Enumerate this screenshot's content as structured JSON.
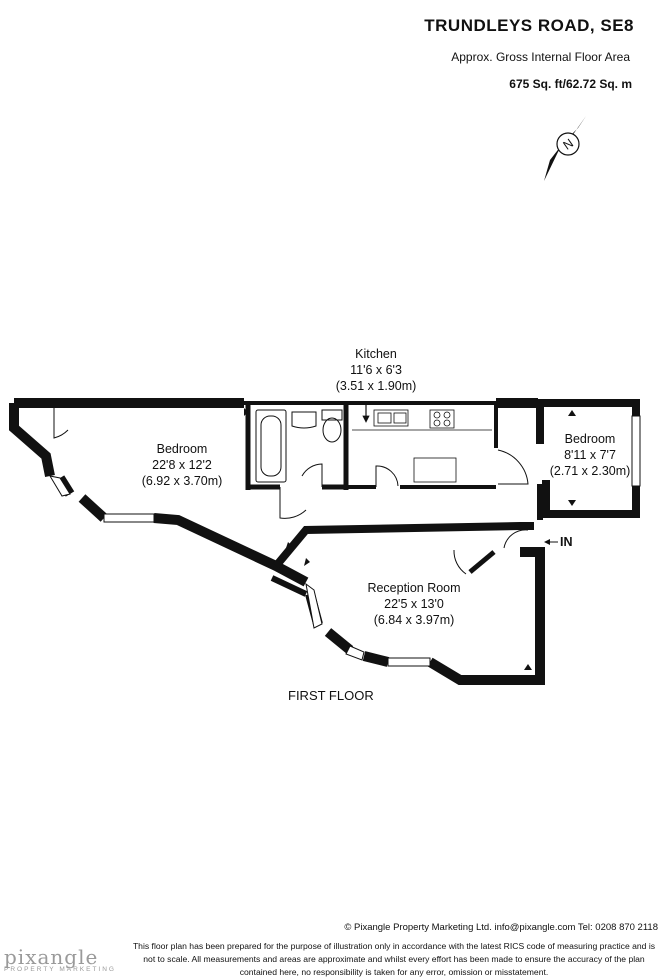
{
  "header": {
    "address": "TRUNDLEYS ROAD, SE8",
    "area_label": "Approx. Gross Internal Floor Area",
    "area_value": "675 Sq. ft/62.72 Sq. m"
  },
  "compass": {
    "label": "N"
  },
  "rooms": {
    "kitchen": {
      "name": "Kitchen",
      "imperial": "11'6 x 6'3",
      "metric": "(3.51 x 1.90m)"
    },
    "bedroom1": {
      "name": "Bedroom",
      "imperial": "22'8 x 12'2",
      "metric": "(6.92 x 3.70m)"
    },
    "bedroom2": {
      "name": "Bedroom",
      "imperial": "8'11 x 7'7",
      "metric": "(2.71 x 2.30m)"
    },
    "reception": {
      "name": "Reception Room",
      "imperial": "22'5 x 13'0",
      "metric": "(6.84 x 3.97m)"
    }
  },
  "entrance_label": "IN",
  "floor_label": "FIRST FLOOR",
  "footer": {
    "copyright": "© Pixangle Property Marketing Ltd. info@pixangle.com Tel: 0208 870 2118",
    "disclaimer": "This floor plan has been prepared for the purpose of illustration only in accordance with the latest RICS code of measuring practice and is not to scale. All measurements and areas are approximate and whilst every effort has been made to ensure the accuracy of the plan contained here, no responsibility is taken for any error, omission or misstatement.",
    "logo_main": "pixangle",
    "logo_sub": "PROPERTY MARKETING"
  }
}
